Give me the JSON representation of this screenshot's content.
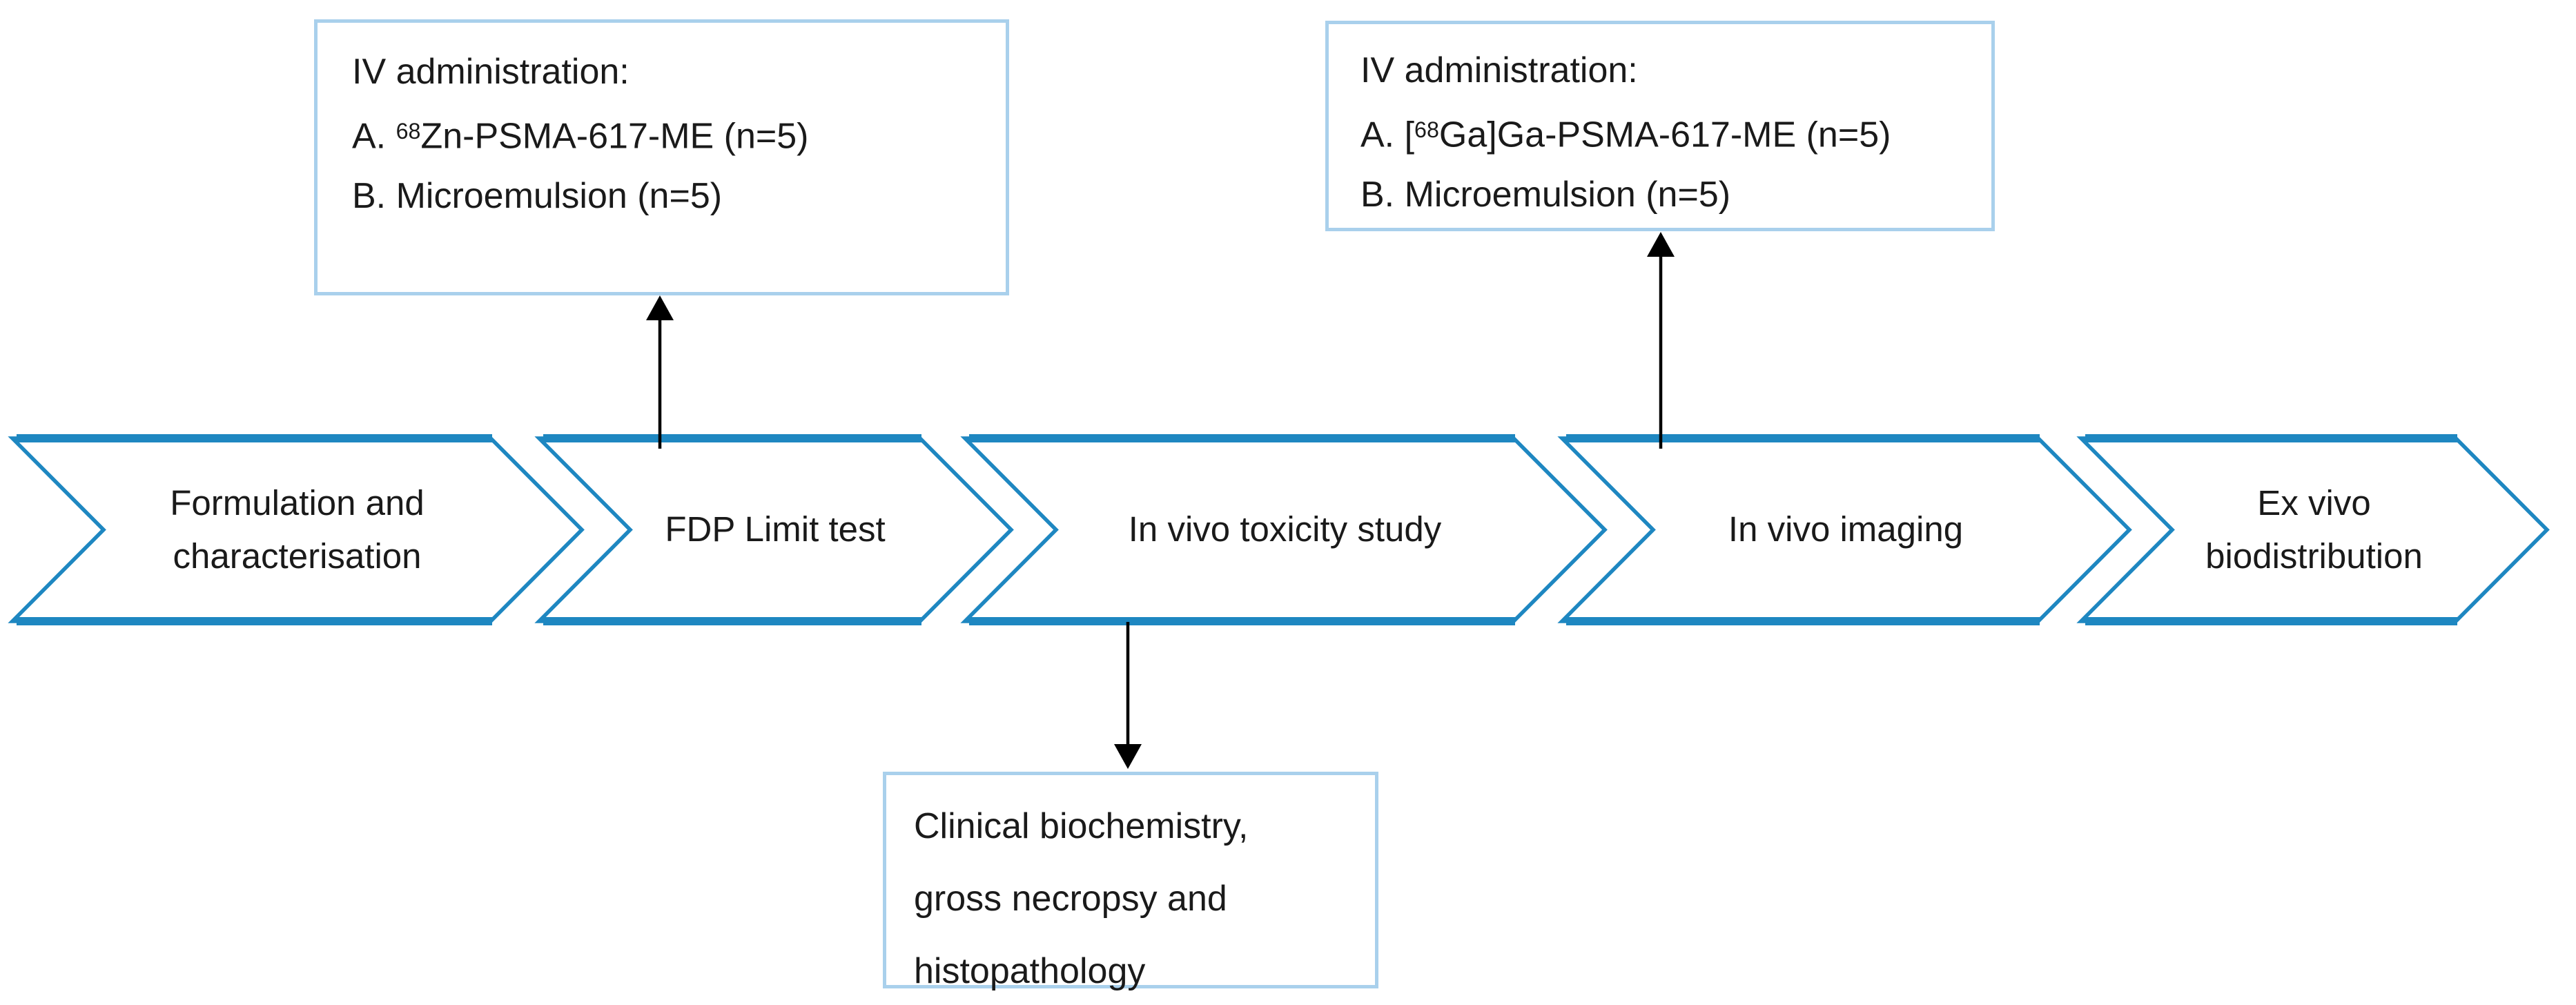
{
  "colors": {
    "chevron_blue": "#1E87C1",
    "box_border": "#A9D0EC",
    "text": "#1A1A1A",
    "arrow": "#000000",
    "background": "#FFFFFF"
  },
  "chevrons": [
    {
      "label": "Formulation and\ncharacterisation"
    },
    {
      "label": "FDP Limit test"
    },
    {
      "label": "In vivo toxicity study"
    },
    {
      "label": "In vivo imaging"
    },
    {
      "label": "Ex vivo\nbiodistribution"
    }
  ],
  "callouts": {
    "fdp_limit_test": {
      "line1": "IV administration:",
      "line2_prefix": "A. ",
      "line2_superscript": "68",
      "line2_suffix": "Zn-PSMA-617-ME (n=5)",
      "line3": "B. Microemulsion (n=5)"
    },
    "in_vivo_imaging": {
      "line1": "IV administration:",
      "line2_prefix": "A. [",
      "line2_superscript": "68",
      "line2_suffix": "Ga]Ga-PSMA-617-ME (n=5)",
      "line3": "B. Microemulsion (n=5)"
    },
    "toxicity_outcomes": {
      "line1": "Clinical biochemistry,",
      "line2": "gross necropsy and",
      "line3": "histopathology"
    }
  }
}
